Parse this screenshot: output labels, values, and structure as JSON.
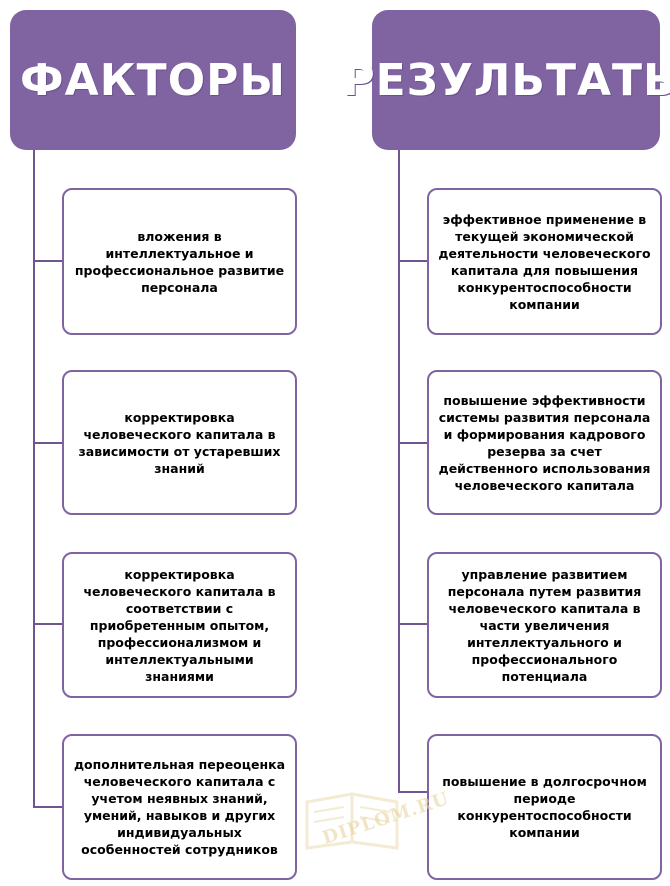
{
  "headers": {
    "left": "ФАКТОРЫ",
    "right": "РЕЗУЛЬТАТЫ"
  },
  "factors": [
    "вложения в интеллектуальное и профессиональное развитие персонала",
    "корректировка человеческого капитала  в зависимости  от устаревших знаний",
    "корректировка человеческого капитала  в соответствии с приобретенным опытом, профессионализмом и интеллектуальными знаниями",
    "дополнительная переоценка человеческого капитала с учетом неявных знаний, умений, навыков и других индивидуальных особенностей сотрудников"
  ],
  "results": [
    "эффективное применение в текущей экономической деятельности человеческого капитала  для повышения конкурентоспособности компании",
    "повышение эффективности системы развития  персонала и формирования кадрового резерва за счет действенного использования человеческого капитала",
    "управление развитием персонала путем развития человеческого капитала в части увеличения интеллектуального и профессионального потенциала",
    "повышение в долгосрочном периоде конкурентоспособности компании"
  ],
  "watermark": "DIPLOM.RU",
  "colors": {
    "header_fill": "#8064a2",
    "box_border": "#8064a2",
    "connector": "#6f5690"
  }
}
